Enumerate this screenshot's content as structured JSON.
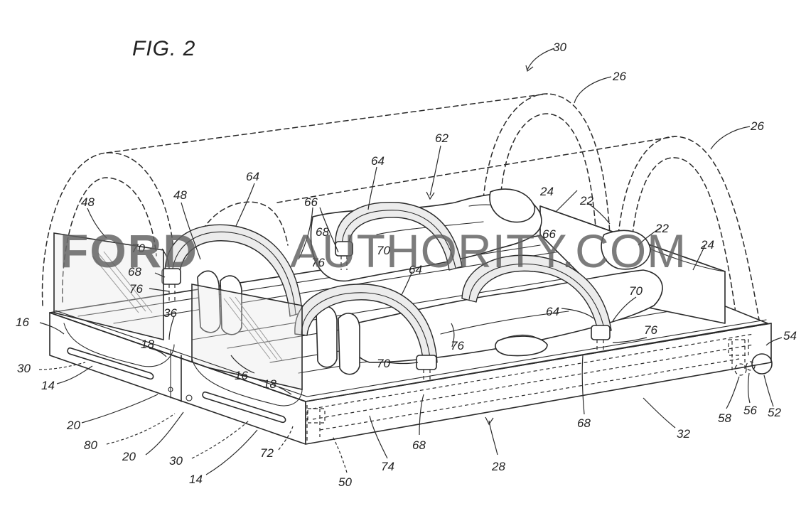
{
  "figure": {
    "title": "FIG. 2"
  },
  "watermark": {
    "brand_bold": "FORD",
    "brand_regular": "AUTHORITY.COM"
  },
  "reference_numerals": {
    "n30_top": "30",
    "n26_a": "26",
    "n26_b": "26",
    "n62": "62",
    "n64_a": "64",
    "n64_b": "64",
    "n64_c": "64",
    "n64_d": "64",
    "n48_a": "48",
    "n48_b": "48",
    "n66_a": "66",
    "n66_b": "66",
    "n68_a": "68",
    "n68_b": "68",
    "n68_c": "68",
    "n68_d": "68",
    "n70_a": "70",
    "n70_b": "70",
    "n70_c": "70",
    "n70_d": "70",
    "n76_a": "76",
    "n76_b": "76",
    "n76_c": "76",
    "n76_d": "76",
    "n24_a": "24",
    "n24_b": "24",
    "n22_a": "22",
    "n22_b": "22",
    "n36": "36",
    "n16_a": "16",
    "n16_b": "16",
    "n18_a": "18",
    "n18_b": "18",
    "n30_left": "30",
    "n30_bottom": "30",
    "n14_a": "14",
    "n14_b": "14",
    "n20_a": "20",
    "n20_b": "20",
    "n80": "80",
    "n72": "72",
    "n74": "74",
    "n50": "50",
    "n28": "28",
    "n32": "32",
    "n54": "54",
    "n58": "58",
    "n56": "56",
    "n52": "52"
  }
}
